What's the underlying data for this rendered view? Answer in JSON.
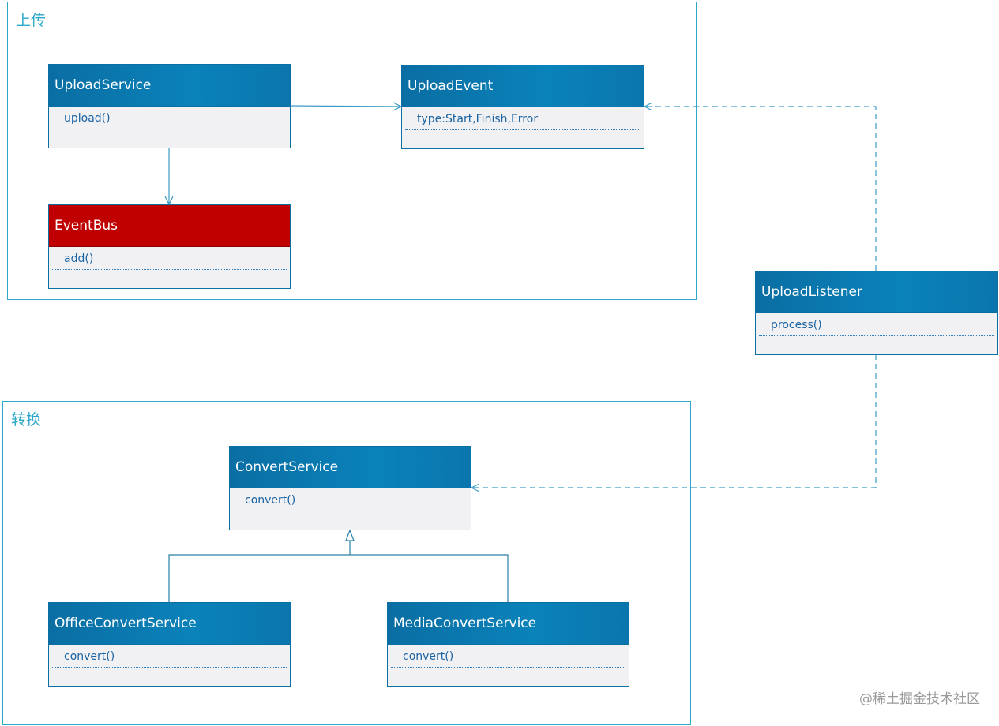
{
  "colors": {
    "border": "#2ea8c8",
    "class_header": "#0a7db5",
    "class_header_red": "#c00000",
    "class_body": "#f1f1f3",
    "method_text": "#1a63a3",
    "connector": "#3a9cc4"
  },
  "packages": {
    "upload": {
      "label": "上传"
    },
    "convert": {
      "label": "转换"
    }
  },
  "classes": {
    "upload_service": {
      "name": "UploadService",
      "method": "upload()"
    },
    "upload_event": {
      "name": "UploadEvent",
      "method": "type:Start,Finish,Error"
    },
    "event_bus": {
      "name": "EventBus",
      "method": "add()"
    },
    "upload_listener": {
      "name": "UploadListener",
      "method": "process()"
    },
    "convert_service": {
      "name": "ConvertService",
      "method": "convert()"
    },
    "office_convert_service": {
      "name": "OfficeConvertService",
      "method": "convert()"
    },
    "media_convert_service": {
      "name": "MediaConvertService",
      "method": "convert()"
    }
  },
  "relations": [
    {
      "from": "UploadService",
      "to": "UploadEvent",
      "type": "association"
    },
    {
      "from": "UploadService",
      "to": "EventBus",
      "type": "association"
    },
    {
      "from": "UploadListener",
      "to": "UploadEvent",
      "type": "dependency"
    },
    {
      "from": "UploadListener",
      "to": "ConvertService",
      "type": "dependency"
    },
    {
      "from": "OfficeConvertService",
      "to": "ConvertService",
      "type": "generalization"
    },
    {
      "from": "MediaConvertService",
      "to": "ConvertService",
      "type": "generalization"
    }
  ],
  "watermark": "@稀土掘金技术社区"
}
